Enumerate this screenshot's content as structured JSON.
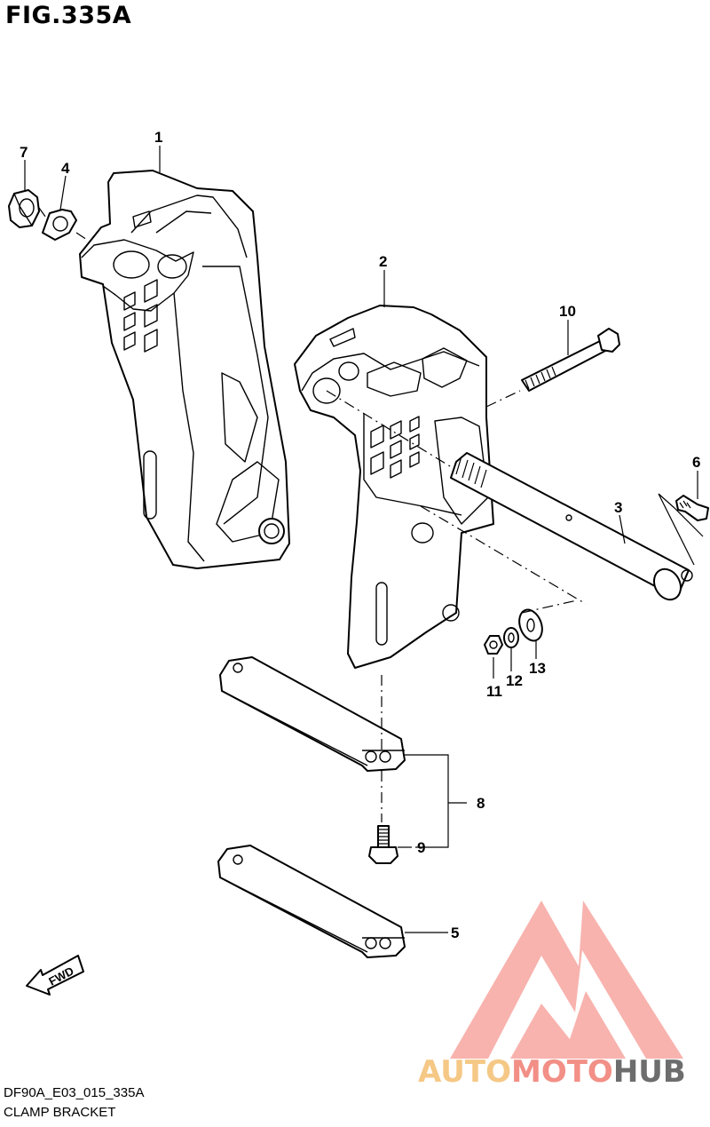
{
  "figure": {
    "title": "FIG.335A",
    "code": "DF90A_E03_015_335A",
    "caption": "CLAMP BRACKET"
  },
  "callouts": {
    "c1": "1",
    "c2": "2",
    "c3": "3",
    "c4": "4",
    "c5": "5",
    "c6": "6",
    "c7": "7",
    "c8": "8",
    "c9": "9",
    "c10": "10",
    "c11": "11",
    "c12": "12",
    "c13": "13"
  },
  "direction_arrow": {
    "label": "FWD"
  },
  "watermark": {
    "part1": "AUTO",
    "part2": "MOTO",
    "part3": "HUB",
    "colors": {
      "auto": "#f5c886",
      "moto": "#f28f86",
      "hub": "#6d6d6d",
      "triangle": "#f59a93"
    }
  }
}
